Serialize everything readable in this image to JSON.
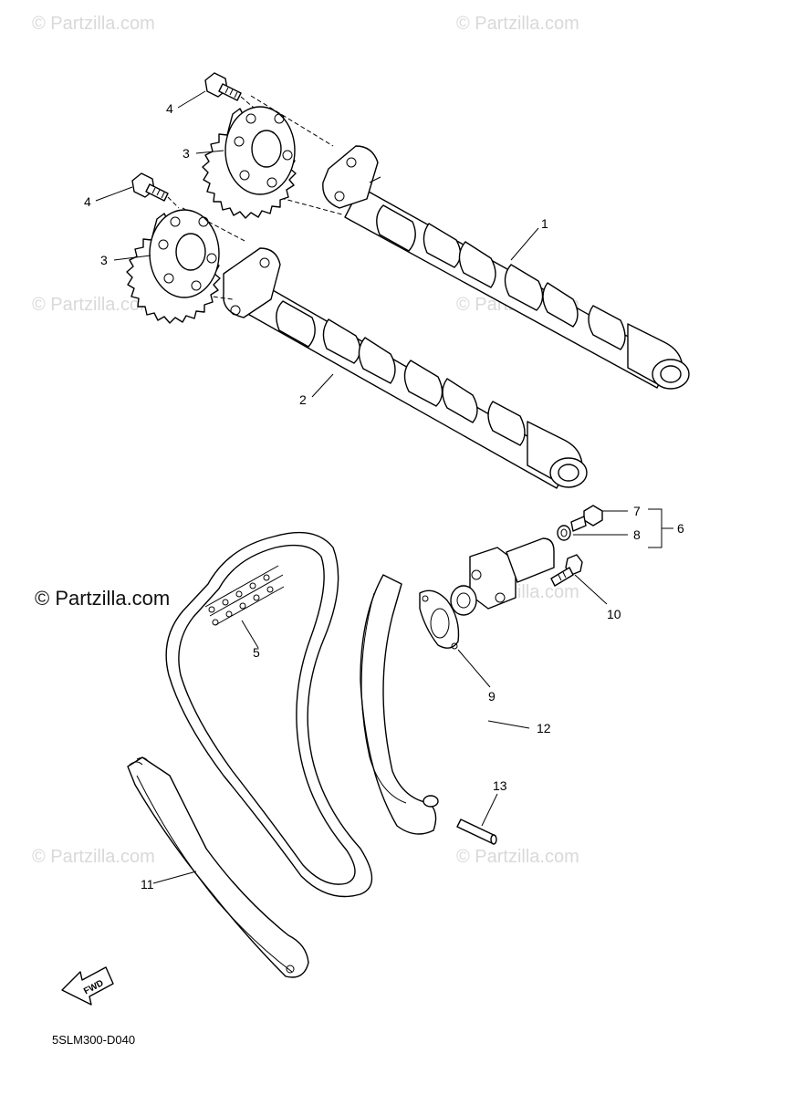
{
  "watermarks": {
    "small": "© Partzilla.com",
    "main": "© Partzilla.com"
  },
  "callouts": {
    "c1": "1",
    "c2": "2",
    "c3a": "3",
    "c3b": "3",
    "c4a": "4",
    "c4b": "4",
    "c5": "5",
    "c6": "6",
    "c7": "7",
    "c8": "8",
    "c9": "9",
    "c10": "10",
    "c11": "11",
    "c12": "12",
    "c13": "13"
  },
  "fwd_label": "FWD",
  "diagram_code": "5SLM300-D040"
}
